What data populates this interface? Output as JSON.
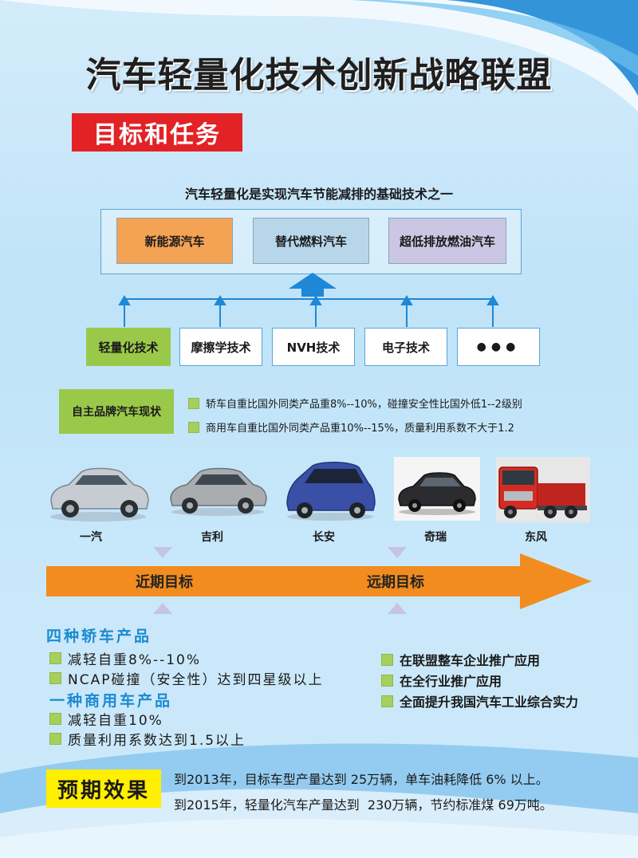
{
  "title": "汽车轻量化技术创新战略联盟",
  "section_badge": "目标和任务",
  "subtitle": "汽车轻量化是实现汽车节能减排的基础技术之一",
  "goals": [
    {
      "label": "新能源汽车",
      "color": "#f4a253"
    },
    {
      "label": "替代燃料汽车",
      "color": "#b7d6ea"
    },
    {
      "label": "超低排放燃油汽车",
      "color": "#cbc6e3"
    }
  ],
  "technologies": [
    "轻量化技术",
    "摩擦学技术",
    "NVH技术",
    "电子技术",
    "●●●"
  ],
  "status": {
    "label": "自主品牌汽车现状",
    "items": [
      "轿车自重比国外同类产品重8%--10%，碰撞安全性比国外低1--2级别",
      "商用车自重比国外同类产品重10%--15%，质量利用系数不大于1.2"
    ]
  },
  "brands": [
    "一汽",
    "吉利",
    "长安",
    "奇瑞",
    "东风"
  ],
  "timeline": {
    "near": "近期目标",
    "far": "远期目标",
    "arrow_color": "#f28c1e"
  },
  "products": {
    "car_head": "四种轿车产品",
    "car_items": [
      "减轻自重8%--10%",
      "NCAP碰撞（安全性）达到四星级以上"
    ],
    "truck_head": "一种商用车产品",
    "truck_items": [
      "减轻自重10%",
      "质量利用系数达到1.5以上"
    ]
  },
  "far_items": [
    "在联盟整车企业推广应用",
    "在全行业推广应用",
    "全面提升我国汽车工业综合实力"
  ],
  "effect": {
    "label": "预期效果",
    "lines": [
      "到2013年，目标车型产量达到 25万辆，单车油耗降低 6% 以上。",
      "到2015年，轻量化汽车产量达到  230万辆，节约标准煤 69万吨。"
    ]
  },
  "colors": {
    "red": "#e32226",
    "green": "#9ac94a",
    "blue": "#1c8ad1",
    "yellow": "#ffef00"
  }
}
